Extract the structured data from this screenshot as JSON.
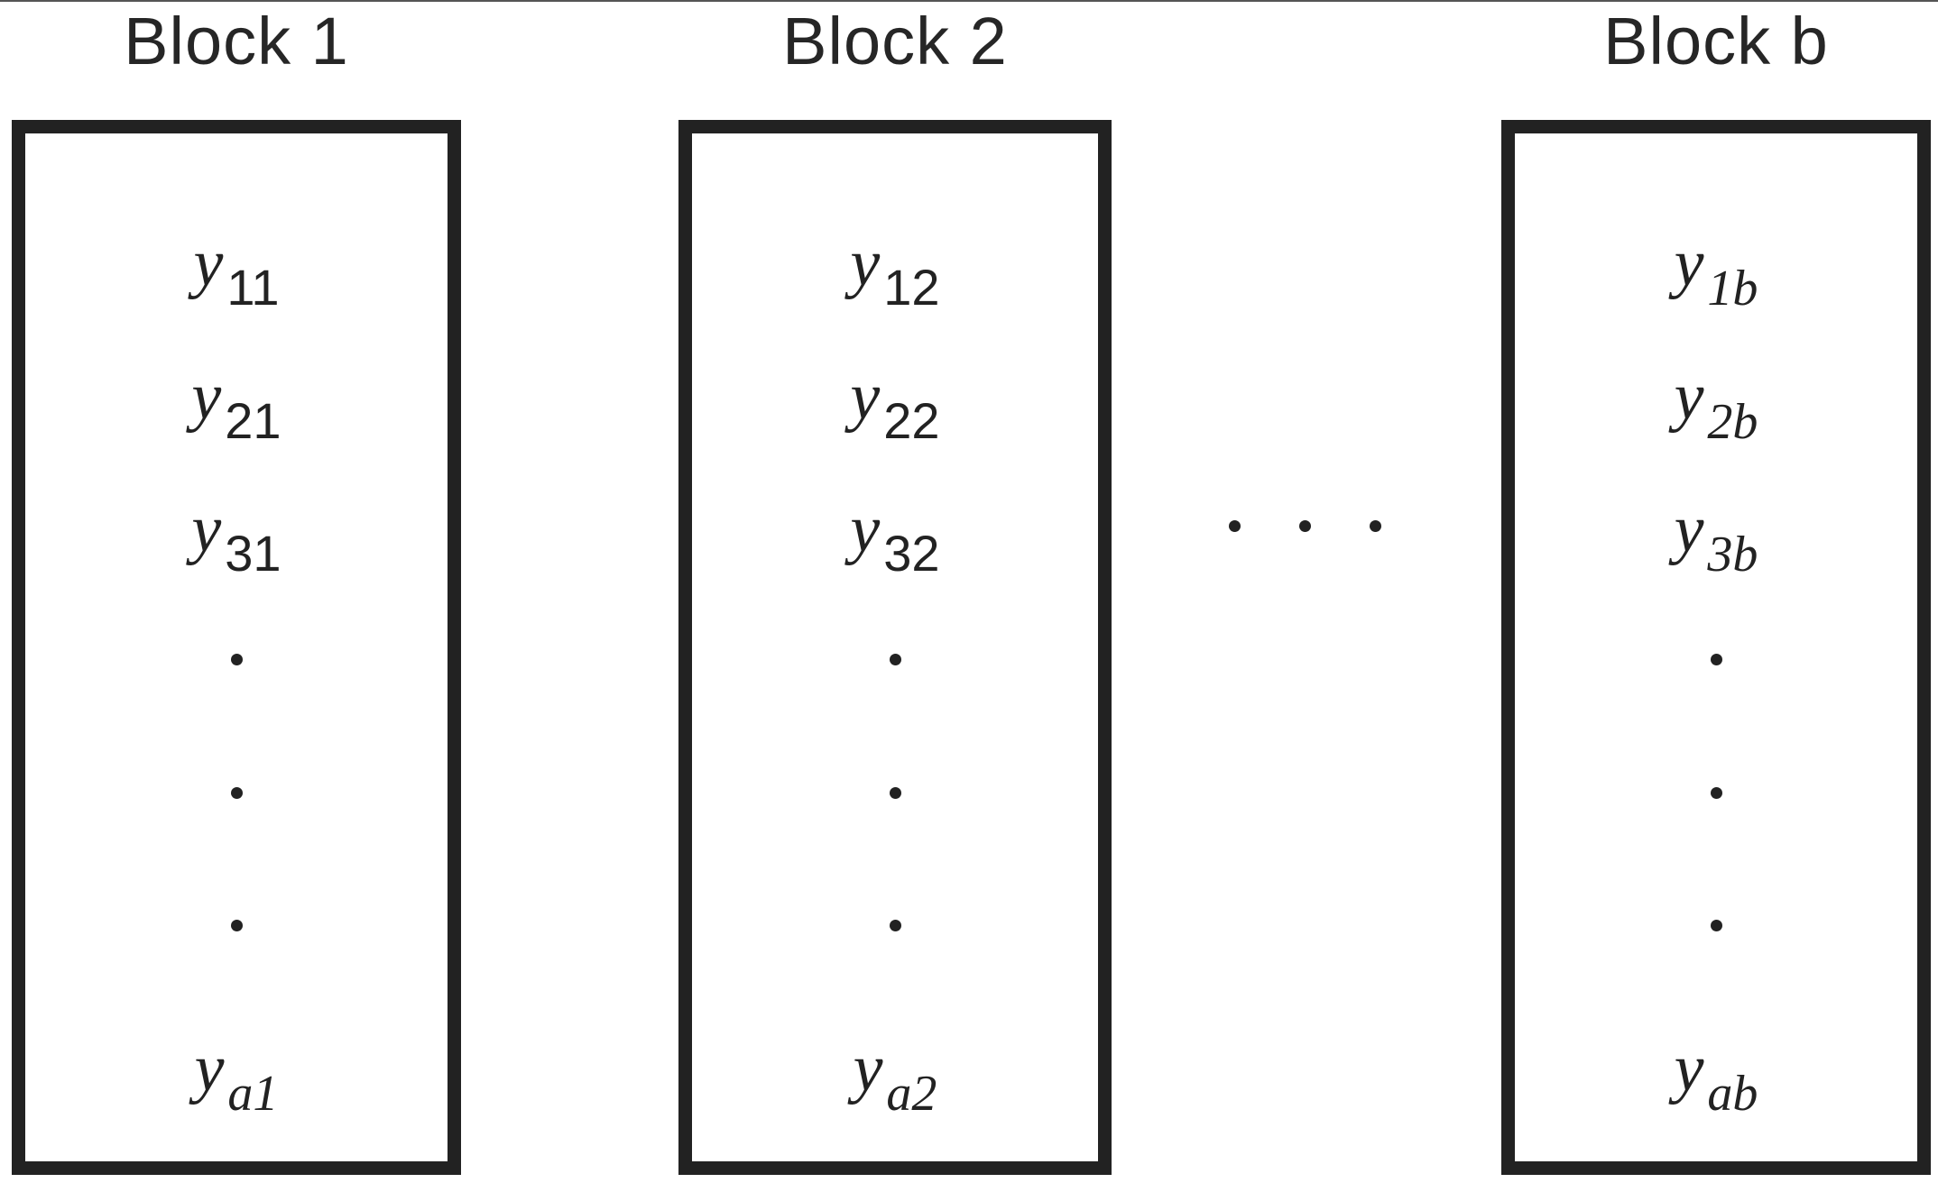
{
  "blocks": [
    {
      "title": "Block 1",
      "cells": [
        {
          "symbol": "y",
          "sub": "11"
        },
        {
          "symbol": "y",
          "sub": "21"
        },
        {
          "symbol": "y",
          "sub": "31"
        },
        {
          "symbol": "y",
          "sub": "a1"
        }
      ]
    },
    {
      "title": "Block 2",
      "cells": [
        {
          "symbol": "y",
          "sub": "12"
        },
        {
          "symbol": "y",
          "sub": "22"
        },
        {
          "symbol": "y",
          "sub": "32"
        },
        {
          "symbol": "y",
          "sub": "a2"
        }
      ]
    },
    {
      "title": "Block b",
      "cells": [
        {
          "symbol": "y",
          "sub": "1b"
        },
        {
          "symbol": "y",
          "sub": "2b"
        },
        {
          "symbol": "y",
          "sub": "3b"
        },
        {
          "symbol": "y",
          "sub": "ab"
        }
      ]
    }
  ],
  "colors": {
    "stroke": "#222222",
    "text": "#262626",
    "background": "#ffffff"
  }
}
